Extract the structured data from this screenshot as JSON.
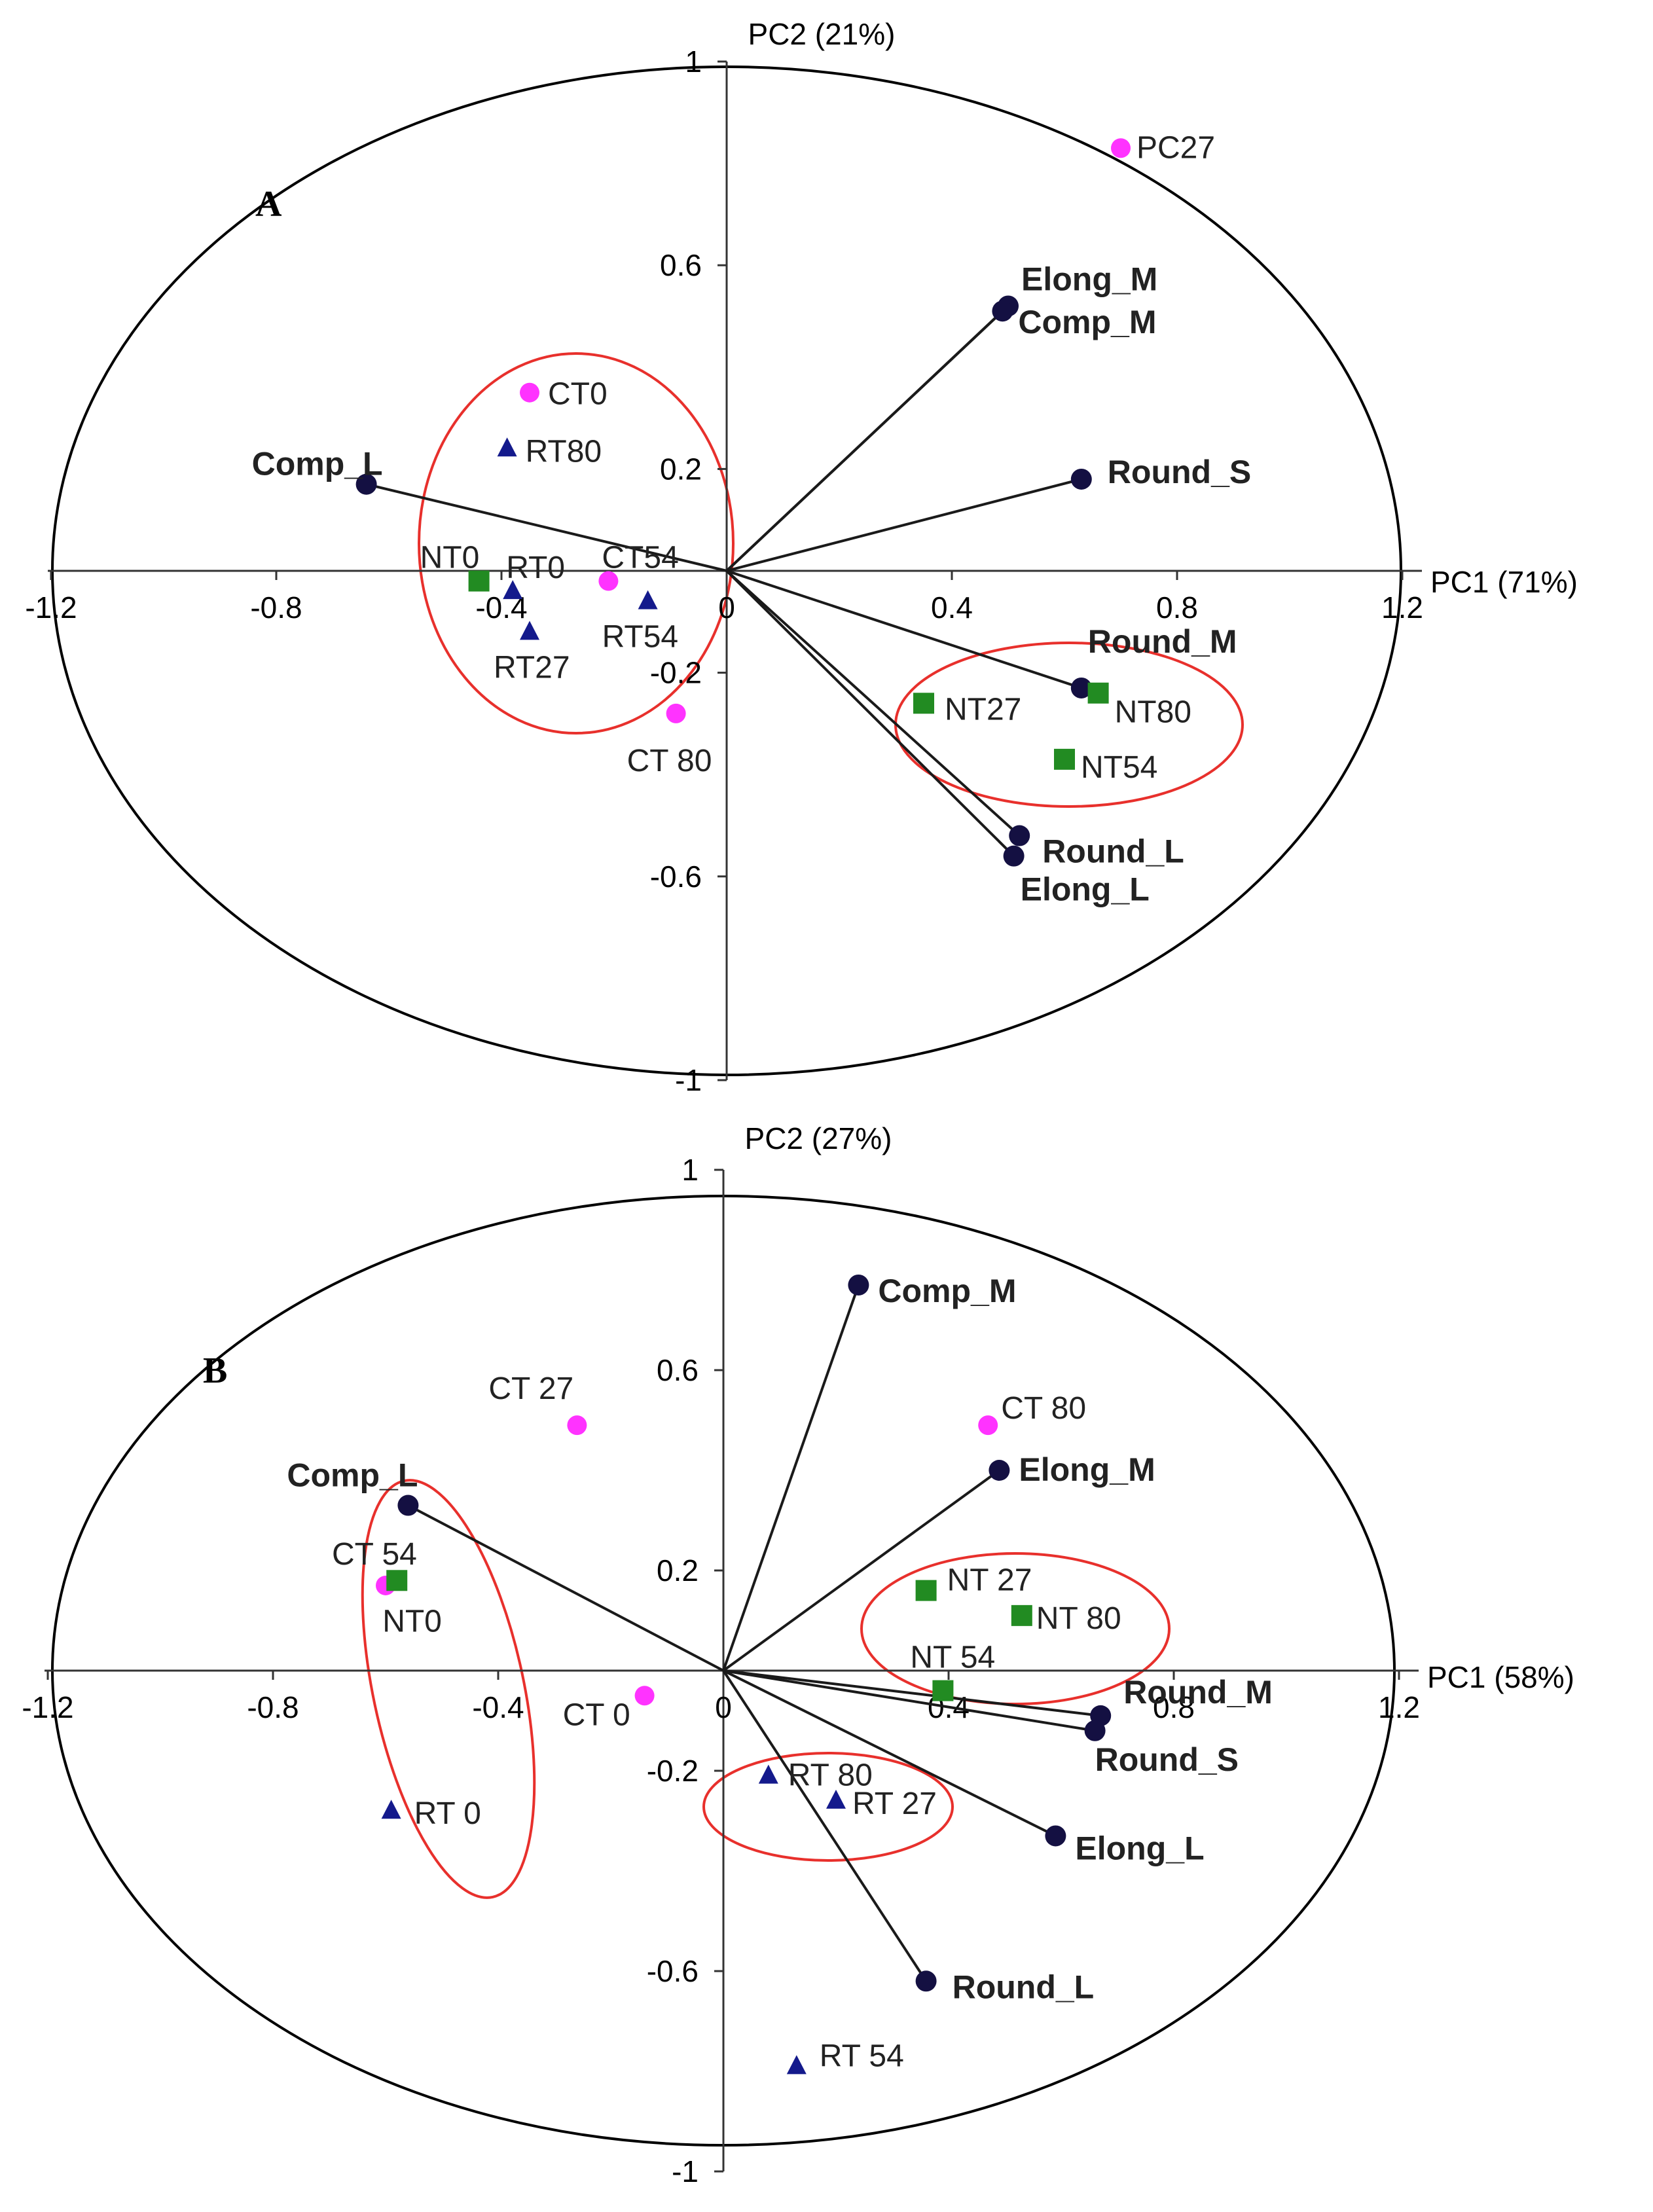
{
  "colors": {
    "axis": "#333333",
    "ellipse": "#000000",
    "cluster_ellipse": "#e8302c",
    "variable_point": "#141042",
    "vector_line": "#1a1a1a",
    "CT": "#ff33ff",
    "RT": "#141a8c",
    "NT": "#228b22"
  },
  "chart_data": [
    {
      "type": "scatter",
      "panel_label": "A",
      "xlabel": "PC1 (71%)",
      "ylabel": "PC2 (21%)",
      "xlim": [
        -1.2,
        1.2
      ],
      "ylim": [
        -1,
        1
      ],
      "x_tick_values": [
        -1.2,
        -0.8,
        -0.4,
        0,
        0.4,
        0.8,
        1.2
      ],
      "x_tick_labels": [
        "-1.2",
        "-0.8",
        "-0.4",
        "0",
        "0.4",
        "0.8",
        "1.2"
      ],
      "y_tick_values": [
        1,
        0.6,
        0.2,
        -0.2,
        -0.6,
        -1
      ],
      "y_tick_labels": [
        "1",
        "0.6",
        "0.2",
        "-0.2",
        "-0.6",
        "-1"
      ],
      "variables": [
        {
          "name": "Elong_M",
          "x": 0.5,
          "y": 0.52
        },
        {
          "name": "Comp_M",
          "x": 0.49,
          "y": 0.51
        },
        {
          "name": "Round_S",
          "x": 0.63,
          "y": 0.18
        },
        {
          "name": "Comp_L",
          "x": -0.64,
          "y": 0.17
        },
        {
          "name": "Round_M",
          "x": 0.63,
          "y": -0.23
        },
        {
          "name": "Round_L",
          "x": 0.52,
          "y": -0.52
        },
        {
          "name": "Elong_L",
          "x": 0.51,
          "y": -0.56
        }
      ],
      "series": [
        {
          "group": "CT",
          "points": [
            {
              "label": "PC27",
              "x": 0.7,
              "y": 0.83
            },
            {
              "label": "CT0",
              "x": -0.35,
              "y": 0.35
            },
            {
              "label": "CT54",
              "x": -0.21,
              "y": -0.02
            },
            {
              "label": "CT 80",
              "x": -0.09,
              "y": -0.28
            }
          ]
        },
        {
          "group": "RT",
          "points": [
            {
              "label": "RT80",
              "x": -0.39,
              "y": 0.24
            },
            {
              "label": "RT0",
              "x": -0.38,
              "y": -0.04
            },
            {
              "label": "RT54",
              "x": -0.14,
              "y": -0.06
            },
            {
              "label": "RT27",
              "x": -0.35,
              "y": -0.12
            }
          ]
        },
        {
          "group": "NT",
          "points": [
            {
              "label": "NT0",
              "x": -0.44,
              "y": -0.02
            },
            {
              "label": "NT27",
              "x": 0.35,
              "y": -0.26
            },
            {
              "label": "NT80",
              "x": 0.66,
              "y": -0.24
            },
            {
              "label": "NT54",
              "x": 0.6,
              "y": -0.37
            }
          ]
        }
      ]
    },
    {
      "type": "scatter",
      "panel_label": "B",
      "xlabel": "PC1 (58%)",
      "ylabel": "PC2 (27%)",
      "xlim": [
        -1.2,
        1.2
      ],
      "ylim": [
        -1,
        1
      ],
      "x_tick_values": [
        -1.2,
        -0.8,
        -0.4,
        0,
        0.4,
        0.8,
        1.2
      ],
      "x_tick_labels": [
        "-1.2",
        "-0.8",
        "-0.4",
        "0",
        "0.4",
        "0.8",
        "1.2"
      ],
      "y_tick_values": [
        1,
        0.6,
        0.2,
        -0.2,
        -0.6,
        -1
      ],
      "y_tick_labels": [
        "1",
        "0.6",
        "0.2",
        "-0.2",
        "-0.6",
        "-1"
      ],
      "variables": [
        {
          "name": "Comp_M",
          "x": 0.24,
          "y": 0.77
        },
        {
          "name": "Elong_M",
          "x": 0.49,
          "y": 0.4
        },
        {
          "name": "Comp_L",
          "x": -0.56,
          "y": 0.33
        },
        {
          "name": "Round_M",
          "x": 0.67,
          "y": -0.09
        },
        {
          "name": "Round_S",
          "x": 0.66,
          "y": -0.12
        },
        {
          "name": "Elong_L",
          "x": 0.59,
          "y": -0.33
        },
        {
          "name": "Round_L",
          "x": 0.36,
          "y": -0.62
        }
      ],
      "series": [
        {
          "group": "CT",
          "points": [
            {
              "label": "CT 27",
              "x": -0.26,
              "y": 0.49
            },
            {
              "label": "CT 80",
              "x": 0.47,
              "y": 0.49
            },
            {
              "label": "CT 54",
              "x": -0.6,
              "y": 0.17
            },
            {
              "label": "CT 0",
              "x": -0.14,
              "y": -0.05
            }
          ]
        },
        {
          "group": "RT",
          "points": [
            {
              "label": "RT 80",
              "x": 0.08,
              "y": -0.21
            },
            {
              "label": "RT 27",
              "x": 0.2,
              "y": -0.26
            },
            {
              "label": "RT 0",
              "x": -0.59,
              "y": -0.28
            },
            {
              "label": "RT 54",
              "x": 0.13,
              "y": -0.79
            }
          ]
        },
        {
          "group": "NT",
          "points": [
            {
              "label": "NT0",
              "x": -0.58,
              "y": 0.18
            },
            {
              "label": "NT 27",
              "x": 0.36,
              "y": 0.16
            },
            {
              "label": "NT 80",
              "x": 0.53,
              "y": 0.11
            },
            {
              "label": "NT 54",
              "x": 0.39,
              "y": -0.04
            }
          ]
        }
      ]
    }
  ]
}
